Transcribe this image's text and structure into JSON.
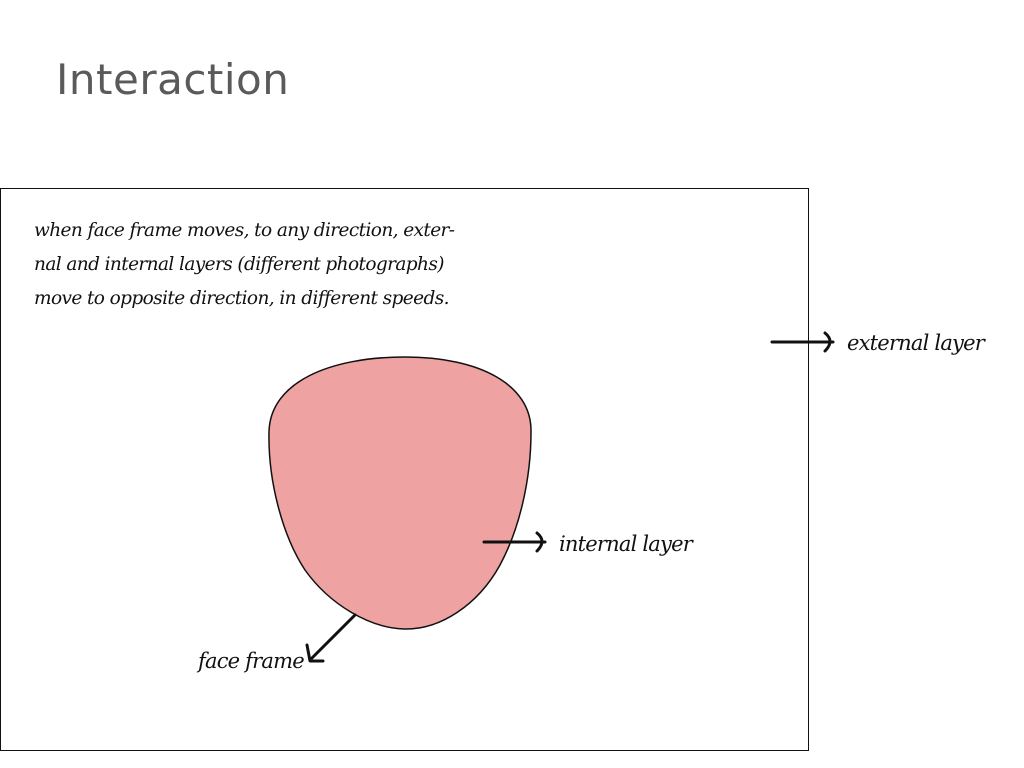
{
  "slide": {
    "title": "Interaction"
  },
  "diagram": {
    "description_lines": [
      "when face frame moves, to any direction, exter-",
      "nal and internal layers (different photographs)",
      "move to opposite direction, in different speeds."
    ],
    "labels": {
      "external_layer": "external layer",
      "internal_layer": "internal layer",
      "face_frame": "face frame"
    },
    "colors": {
      "face_fill": "#eea2a2",
      "stroke": "#111111",
      "title": "#5a5a5a"
    }
  }
}
